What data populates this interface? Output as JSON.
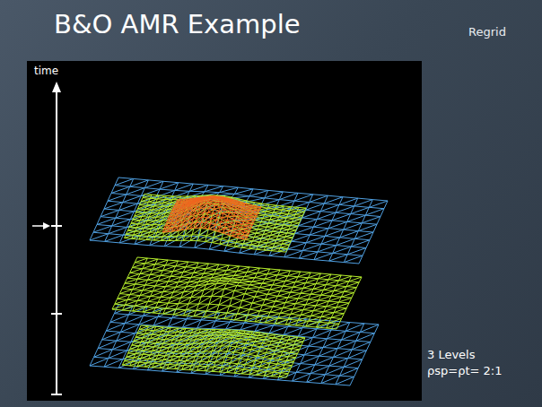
{
  "diagram": {
    "title": "B&O AMR Example",
    "labels": [
      "time",
      "Regrid",
      "3 Levels",
      "ρsp=ρt= 2:1"
    ]
  }
}
